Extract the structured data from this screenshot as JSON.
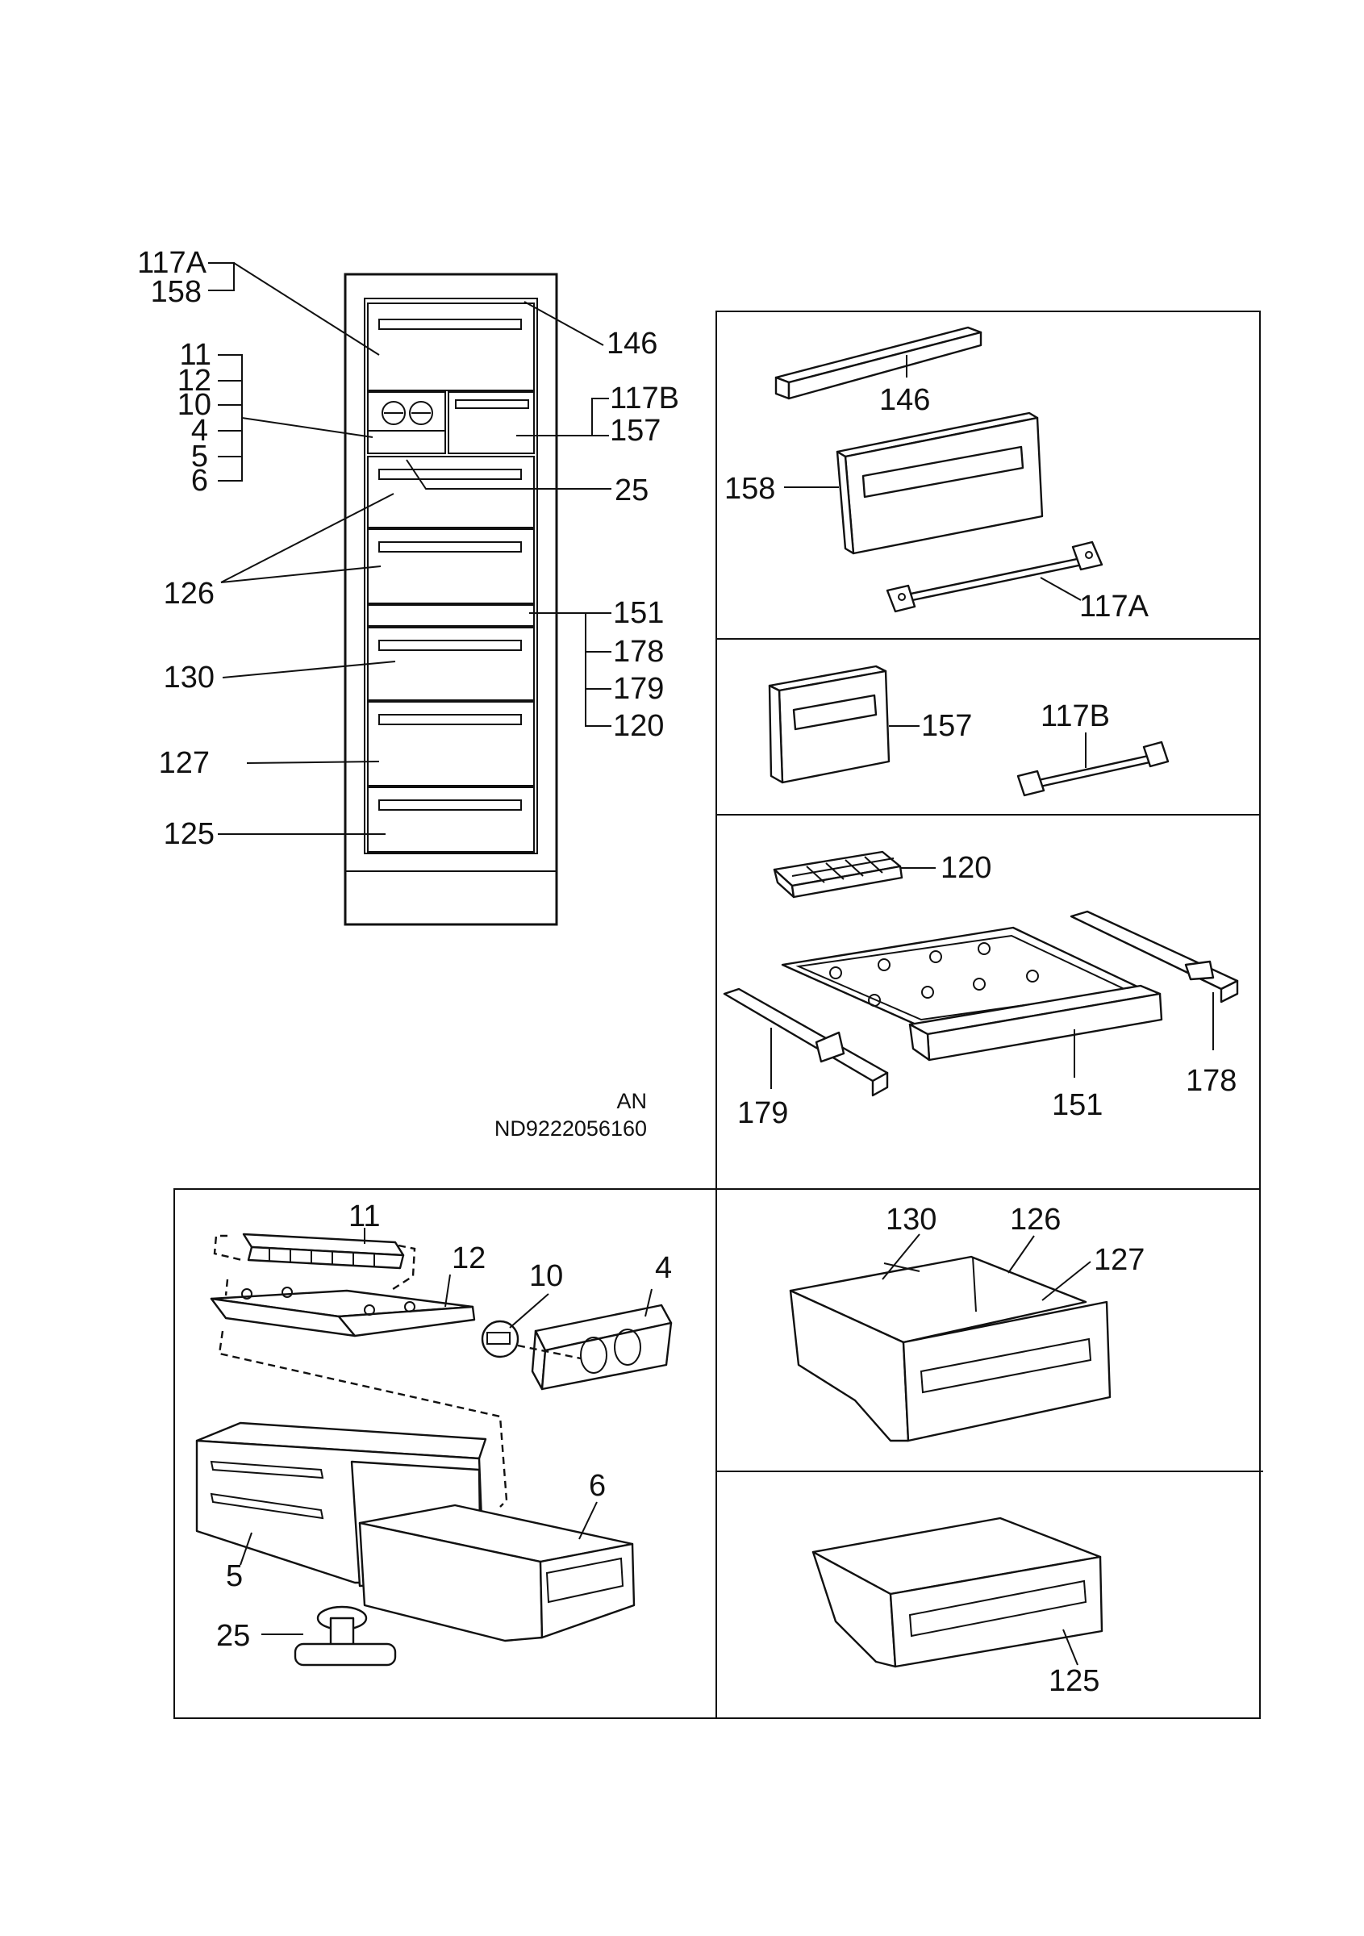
{
  "diagram": {
    "code_line1": "AN",
    "code_line2": "ND9222056160",
    "overview_labels": {
      "l117a": "117A",
      "l158": "158",
      "l146": "146",
      "l11": "11",
      "l12": "12",
      "l10": "10",
      "l4": "4",
      "l5": "5",
      "l6": "6",
      "l117b": "117B",
      "l157": "157",
      "l25": "25",
      "l126": "126",
      "l151": "151",
      "l178": "178",
      "l179": "179",
      "l120": "120",
      "l130": "130",
      "l127": "127",
      "l125": "125"
    },
    "panel_flap_labels": {
      "l146": "146",
      "l158": "158",
      "l117a": "117A"
    },
    "panel_small_flap_labels": {
      "l157": "157",
      "l117b": "117B"
    },
    "panel_ice_labels": {
      "l120": "120",
      "l179": "179",
      "l151": "151",
      "l178": "178"
    },
    "panel_control_labels": {
      "l11": "11",
      "l12": "12",
      "l10": "10",
      "l4": "4",
      "l6": "6",
      "l5": "5",
      "l25": "25"
    },
    "panel_drawer_labels": {
      "l130": "130",
      "l126": "126",
      "l127": "127"
    },
    "panel_bottom_drawer_labels": {
      "l125": "125"
    }
  }
}
